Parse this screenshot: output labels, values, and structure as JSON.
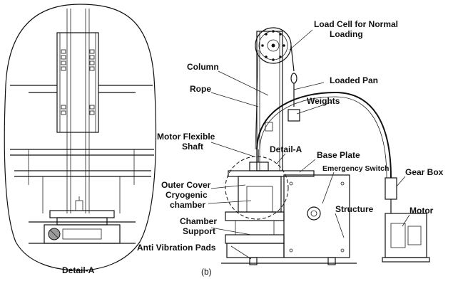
{
  "detail_view": {
    "caption": "Detail-A"
  },
  "main_view": {
    "panel_label": "(b)",
    "labels": {
      "load_cell_line1": "Load Cell for Normal",
      "load_cell_line2": "Loading",
      "column": "Column",
      "loaded_pan": "Loaded Pan",
      "rope": "Rope",
      "weights": "Weights",
      "motor_shaft_line1": "Motor Flexible",
      "motor_shaft_line2": "Shaft",
      "detail_a": "Detail-A",
      "base_plate": "Base Plate",
      "emergency_switch": "Emergency Switch",
      "gear_box": "Gear Box",
      "outer_cover": "Outer Cover",
      "cryogenic_line1": "Cryogenic",
      "cryogenic_line2": "chamber",
      "structure": "Structure",
      "motor": "Motor",
      "chamber_support_line1": "Chamber",
      "chamber_support_line2": "Support",
      "anti_vibration": "Anti Vibration Pads"
    }
  }
}
